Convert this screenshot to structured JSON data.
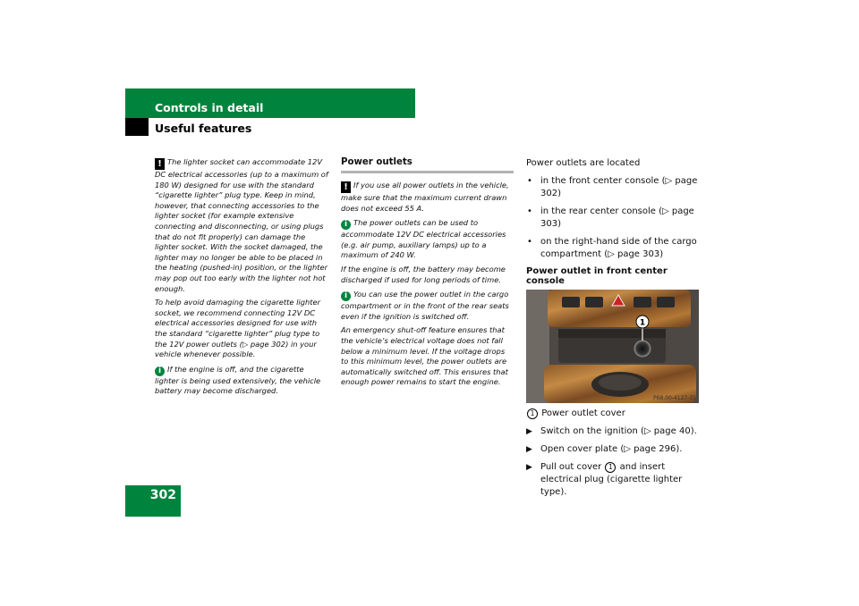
{
  "header": {
    "section": "Controls in detail",
    "subsection": "Useful features"
  },
  "page_number": "302",
  "col1": {
    "warning_1": "The lighter socket can accommodate 12V DC electrical accessories (up to a maximum of 180 W) designed for use with the standard “cigarette lighter” plug type. Keep in mind, however, that connecting accessories to the lighter socket (for example extensive connecting and disconnecting, or using plugs that do not fit properly) can damage the lighter socket. With the socket damaged, the lighter may no longer be able to be placed in the heating (pushed-in) position, or the lighter may pop out too early with the lighter not hot enough.",
    "warning_2": "To help avoid damaging the cigarette lighter socket, we recommend connecting 12V DC electrical accessories designed for use with the standard “cigarette lighter” plug type to the 12V power outlets (▷ page 302) in your vehicle whenever possible.",
    "info_1": "If the engine is off, and the cigarette lighter is being used extensively, the vehicle battery may become discharged."
  },
  "col2": {
    "heading": "Power outlets",
    "warning_1": "If you use all power outlets in the vehicle, make sure that the maximum current drawn does not exceed 55 A.",
    "info_1": "The power outlets can be used to accommodate 12V DC electrical accessories (e.g. air pump, auxiliary lamps) up to a maximum of 240 W.",
    "info_1b": "If the engine is off, the battery may become discharged if used for long periods of time.",
    "info_2": "You can use the power outlet in the cargo compartment or in the front of the rear seats even if the ignition is switched off.",
    "info_2b": "An emergency shut-off feature ensures that the vehicle’s electrical voltage does not fall below a minimum level. If the voltage drops to this minimum level, the power outlets are automatically switched off. This ensures that enough power remains to start the engine."
  },
  "col3": {
    "intro": "Power outlets are located",
    "bullets": [
      "in the front center console (▷ page 302)",
      "in the rear center console (▷ page 303)",
      "on the right-hand side of the cargo compartment (▷ page 303)"
    ],
    "subheading": "Power outlet in front center console",
    "image_code": "P68.00-4127-31",
    "callout_number": "1",
    "legend_num": "1",
    "legend_text": "Power outlet cover",
    "steps": [
      "Switch on the ignition (▷ page 40).",
      "Open cover plate (▷ page 296)."
    ],
    "step3_a": "Pull out cover",
    "step3_num": "1",
    "step3_b": "and insert electrical plug (cigarette lighter type).",
    "bullet_symbol": "•",
    "arrow_symbol": "▶"
  },
  "icons": {
    "warning": "!",
    "info": "i"
  },
  "colors": {
    "accent": "#00843d",
    "rule": "#b3b3b3"
  }
}
